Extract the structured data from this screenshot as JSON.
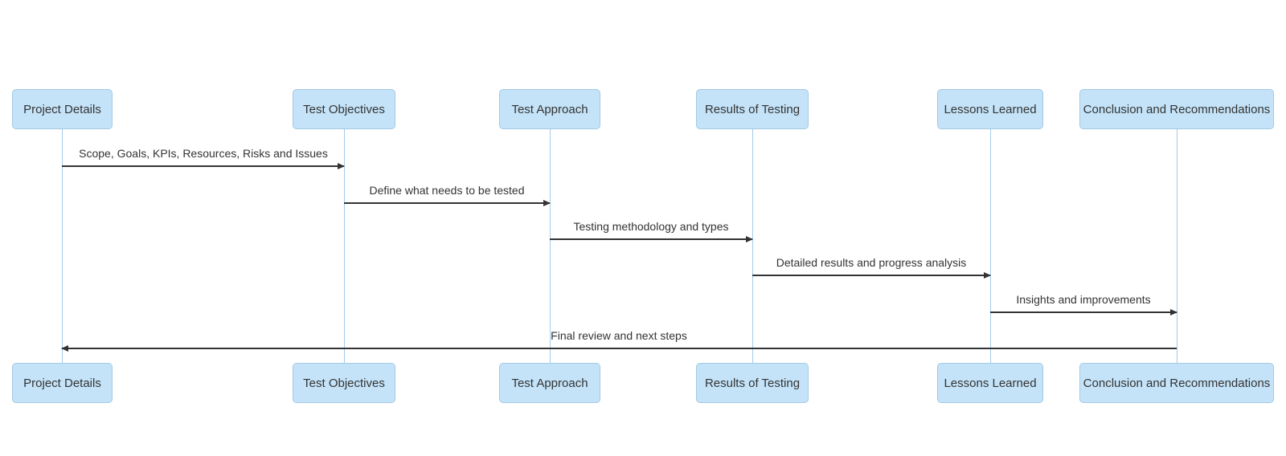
{
  "diagram": {
    "type": "sequence-diagram",
    "background": "#ffffff"
  },
  "actors": [
    {
      "id": "project-details",
      "label": "Project Details"
    },
    {
      "id": "test-objectives",
      "label": "Test Objectives"
    },
    {
      "id": "test-approach",
      "label": "Test Approach"
    },
    {
      "id": "results-of-testing",
      "label": "Results of Testing"
    },
    {
      "id": "lessons-learned",
      "label": "Lessons Learned"
    },
    {
      "id": "conclusion-and-recommendations",
      "label": "Conclusion and Recommendations"
    }
  ],
  "messages": [
    {
      "from": "Project Details",
      "to": "Test Objectives",
      "text": "Scope, Goals, KPIs, Resources, Risks and Issues",
      "direction": "right",
      "line_style": "solid"
    },
    {
      "from": "Test Objectives",
      "to": "Test Approach",
      "text": "Define what needs to be tested",
      "direction": "right",
      "line_style": "solid"
    },
    {
      "from": "Test Approach",
      "to": "Results of Testing",
      "text": "Testing methodology and types",
      "direction": "right",
      "line_style": "solid"
    },
    {
      "from": "Results of Testing",
      "to": "Lessons Learned",
      "text": "Detailed results and progress analysis",
      "direction": "right",
      "line_style": "solid"
    },
    {
      "from": "Lessons Learned",
      "to": "Conclusion and Recommendations",
      "text": "Insights and improvements",
      "direction": "right",
      "line_style": "solid"
    },
    {
      "from": "Conclusion and Recommendations",
      "to": "Project Details",
      "text": "Final review and next steps",
      "direction": "left",
      "line_style": "solid"
    }
  ],
  "colors": {
    "actor_fill": "#c4e3f8",
    "actor_border": "#a3c9e4",
    "actor_text": "#333333",
    "lifeline": "#a5cbe8",
    "arrow": "#333333",
    "message_text": "#333333",
    "background": "#ffffff"
  }
}
